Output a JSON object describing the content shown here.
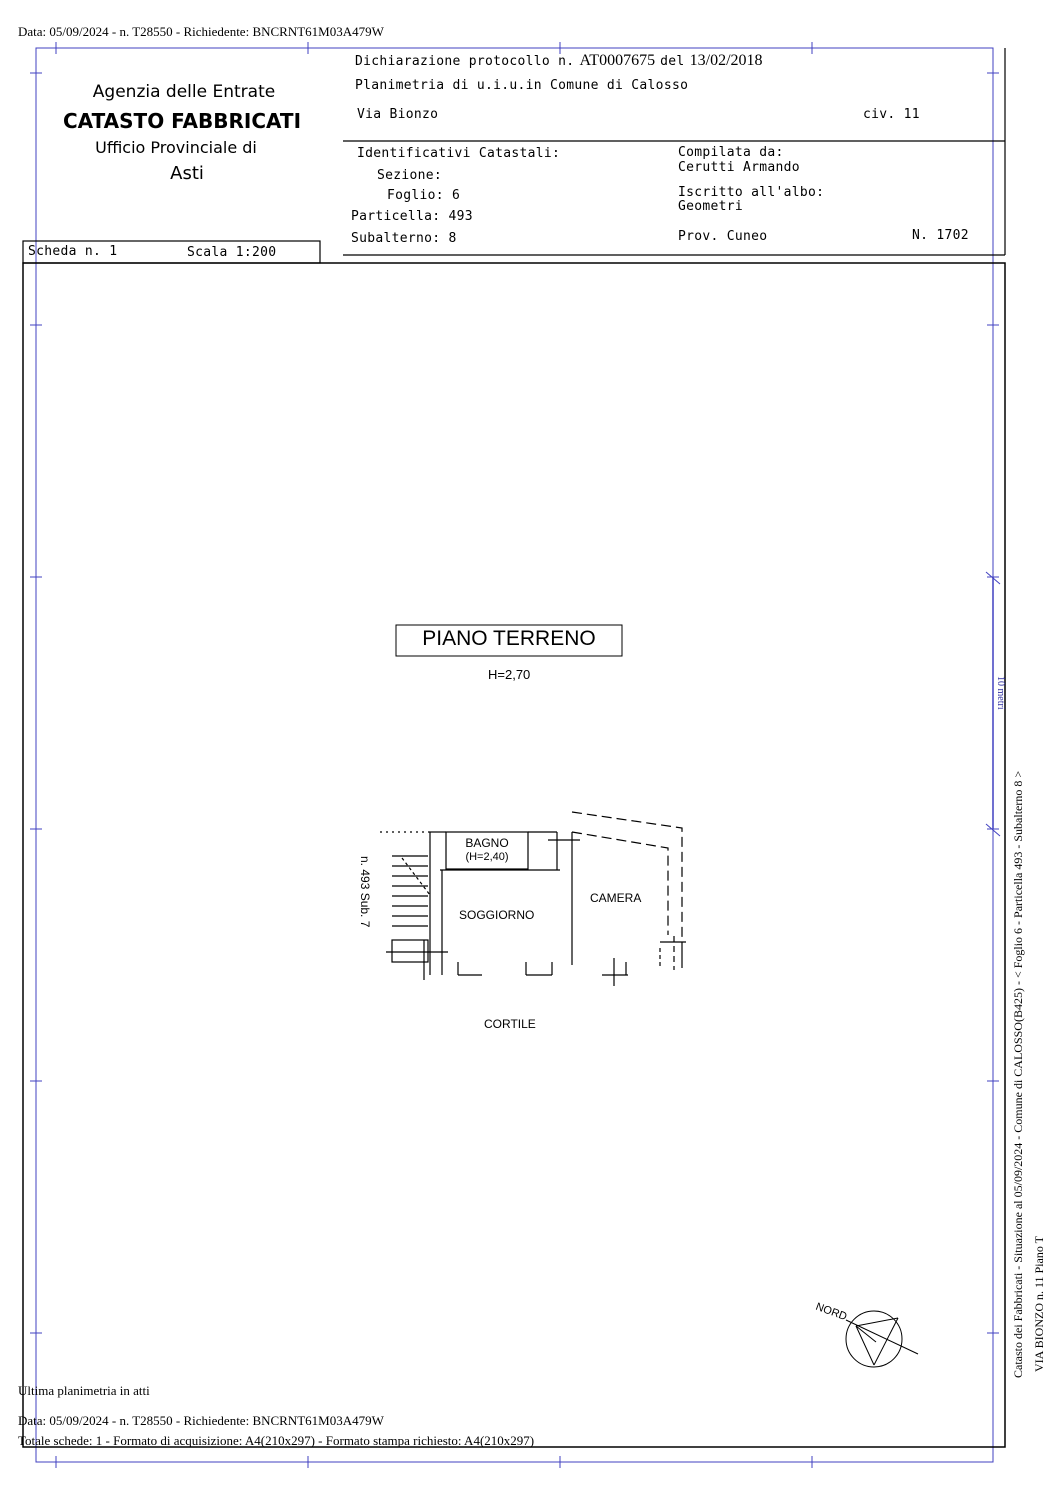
{
  "top_line": "Data: 05/09/2024 - n. T28550 - Richiedente: BNCRNT61M03A479W",
  "header": {
    "agency": "Agenzia delle Entrate",
    "catasto": "CATASTO FABBRICATI",
    "ufficio": "Ufficio Provinciale di",
    "provincia": "Asti",
    "dichiarazione_label": "Dichiarazione protocollo n.",
    "dichiarazione_num": "AT0007675",
    "del_label": "del",
    "dichiarazione_date": "13/02/2018",
    "planimetria": "Planimetria di u.i.u.in Comune di Calosso",
    "via": "Via Bionzo",
    "civ": "civ. 11",
    "identificativi": "Identificativi Catastali:",
    "sezione": "Sezione:",
    "foglio": "Foglio: 6",
    "particella": "Particella: 493",
    "subalterno": "Subalterno: 8",
    "compilata_label": "Compilata da:",
    "compilata_name": "Cerutti Armando",
    "iscritto_label": "Iscritto all'albo:",
    "iscritto_value": "Geometri",
    "prov": "Prov. Cuneo",
    "numero": "N. 1702",
    "scheda": "Scheda n. 1",
    "scala": "Scala 1:200"
  },
  "plan": {
    "title": "PIANO TERRENO",
    "height": "H=2,70",
    "bagno": "BAGNO",
    "bagno_h": "(H=2,40)",
    "soggiorno": "SOGGIORNO",
    "camera": "CAMERA",
    "cortile": "CORTILE",
    "adjacent": "n. 493 Sub. 7",
    "nord": "NORD"
  },
  "side_text": {
    "line1": "Catasto dei Fabbricati - Situazione al 05/09/2024 - Comune di CALOSSO(B425) - < Foglio 6 - Particella 493 - Subalterno 8 >",
    "line2": "VIA BIONZO n. 11 Piano T",
    "scale_mark": "10 metri"
  },
  "footer": {
    "ultima": "Ultima planimetria in atti",
    "data": "Data: 05/09/2024 - n. T28550 - Richiedente: BNCRNT61M03A479W",
    "totale": "Totale schede: 1 - Formato di acquisizione: A4(210x297)  - Formato stampa richiesto: A4(210x297)"
  }
}
